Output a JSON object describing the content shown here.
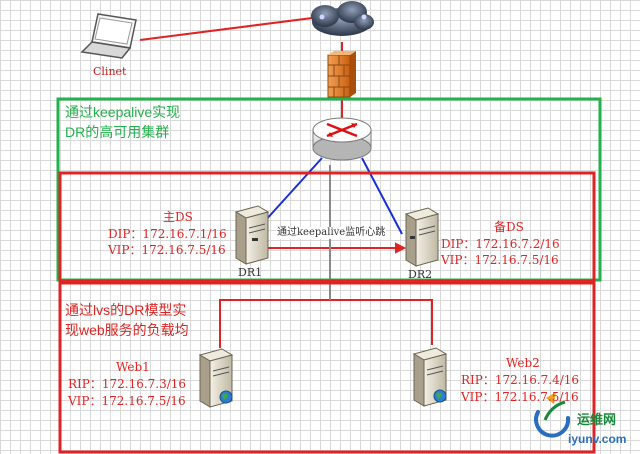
{
  "client": {
    "label": "Clinet"
  },
  "green_group": {
    "caption_line1": "通过keepalive实现",
    "caption_line2": "DR的高可用集群"
  },
  "red_group": {
    "caption_line1": "通过lvs的DR模型实",
    "caption_line2": "现web服务的负载均"
  },
  "primary_ds": {
    "title": "主DS",
    "dip": "DIP：172.16.7.1/16",
    "vip": "VIP：172.16.7.5/16",
    "name": "DR1"
  },
  "backup_ds": {
    "title": "备DS",
    "dip": "DIP：172.16.7.2/16",
    "vip": "VIP：172.16.7.5/16",
    "name": "DR2"
  },
  "heartbeat": {
    "label": "通过keepalive监听心跳"
  },
  "web1": {
    "title": "Web1",
    "rip": "RIP：172.16.7.3/16",
    "vip": "VIP：172.16.7.5/16"
  },
  "web2": {
    "title": "Web2",
    "rip": "RIP：172.16.7.4/16",
    "vip": "VIP：172.16.7.5/16"
  },
  "watermark": {
    "text": "运维网",
    "url": "iyunv.com"
  },
  "colors": {
    "red": "#e02424",
    "green": "#22b14c",
    "blue": "#1a2fd6",
    "firewall": "#e07a1f"
  }
}
